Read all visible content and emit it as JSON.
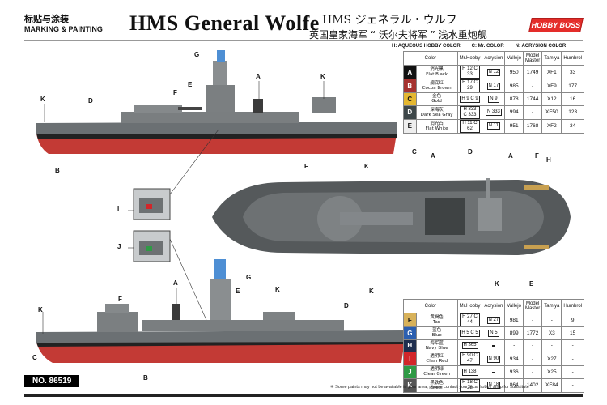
{
  "header": {
    "cn_title": "标贴与涂装",
    "en_title": "MARKING & PAINTING",
    "main_title": "HMS General Wolfe",
    "jp_title": "HMS ジェネラル・ウルフ",
    "cn_subtitle": "英国皇家海军 “ 沃尔夫将军 ” 浅水重炮舰",
    "logo": "HOBBY BOSS"
  },
  "legend": {
    "aqueous": "H: AQUEOUS HOBBY COLOR",
    "mr_color": "C: Mr. COLOR",
    "acrysion": "N: ACRYSION COLOR"
  },
  "table_headers": {
    "color": "Color",
    "mr_hobby": "Mr.Hobby",
    "acrysion": "Acrysion",
    "vallejo": "Vallejo",
    "model_master": "Model Master",
    "tamiya": "Tamiya",
    "humbrol": "Humbrol"
  },
  "colors_top": [
    {
      "letter": "A",
      "swatch": "#111111",
      "cn": "消光黑",
      "en": "Flat Black",
      "mrh": "H 12 C 33",
      "acr": "N 12",
      "vallejo": "950",
      "mm": "1749",
      "tamiya": "XF1",
      "humbrol": "33"
    },
    {
      "letter": "B",
      "swatch": "#a5322f",
      "cn": "舰底红",
      "en": "Cocoa Brown",
      "mrh": "H 17 C 29",
      "acr": "N 17",
      "vallejo": "985",
      "mm": "-",
      "tamiya": "XF9",
      "humbrol": "177"
    },
    {
      "letter": "C",
      "swatch": "#e4b730",
      "cn": "金色",
      "en": "Gold",
      "mrh": "H 9 C 9",
      "acr": "N 9",
      "vallejo": "878",
      "mm": "1744",
      "tamiya": "X12",
      "humbrol": "16"
    },
    {
      "letter": "D",
      "swatch": "#3e4749",
      "cn": "深海灰",
      "en": "Dark Sea Gray",
      "mrh": "H 333 C 333",
      "acr": "N 333",
      "vallejo": "994",
      "mm": "-",
      "tamiya": "XF50",
      "humbrol": "123"
    },
    {
      "letter": "E",
      "swatch": "#eeeeee",
      "cn": "消光白",
      "en": "Flat White",
      "mrh": "H 11 C 62",
      "acr": "N 11",
      "vallejo": "951",
      "mm": "1768",
      "tamiya": "XF2",
      "humbrol": "34"
    }
  ],
  "colors_bottom": [
    {
      "letter": "F",
      "swatch": "#d8b25a",
      "cn": "黄褐色",
      "en": "Tan",
      "mrh": "H 27 C 44",
      "acr": "N 27",
      "vallejo": "981",
      "mm": "-",
      "tamiya": "-",
      "humbrol": "9"
    },
    {
      "letter": "G",
      "swatch": "#2b5fb0",
      "cn": "蓝色",
      "en": "Blue",
      "mrh": "H 5 C 5",
      "acr": "N 5",
      "vallejo": "899",
      "mm": "1772",
      "tamiya": "X3",
      "humbrol": "15"
    },
    {
      "letter": "H",
      "swatch": "#1f2e4e",
      "cn": "海军蓝",
      "en": "Navy Blue",
      "mrh": "H 365",
      "acr": "",
      "vallejo": "-",
      "mm": "-",
      "tamiya": "-",
      "humbrol": "-"
    },
    {
      "letter": "I",
      "swatch": "#d2262a",
      "cn": "透明红",
      "en": "Clear Red",
      "mrh": "H 90 C 47",
      "acr": "N 90",
      "vallejo": "934",
      "mm": "-",
      "tamiya": "X27",
      "humbrol": "-"
    },
    {
      "letter": "J",
      "swatch": "#2f9a45",
      "cn": "透明绿",
      "en": "Clear Green",
      "mrh": "H 138",
      "acr": "",
      "vallejo": "936",
      "mm": "-",
      "tamiya": "X25",
      "humbrol": "-"
    },
    {
      "letter": "K",
      "swatch": "#555555",
      "cn": "黑铁色",
      "en": "Steel",
      "mrh": "H 18 C 28",
      "acr": "N 18",
      "vallejo": "864",
      "mm": "1402",
      "tamiya": "XF84",
      "humbrol": "-"
    }
  ],
  "labels": {
    "A": "A",
    "B": "B",
    "C": "C",
    "D": "D",
    "E": "E",
    "F": "F",
    "G": "G",
    "H": "H",
    "I": "I",
    "J": "J",
    "K": "K"
  },
  "product_no": "NO. 86519",
  "footnote": "※ Some paints may not be available in your area, please contact your local hobby shop for substitute"
}
